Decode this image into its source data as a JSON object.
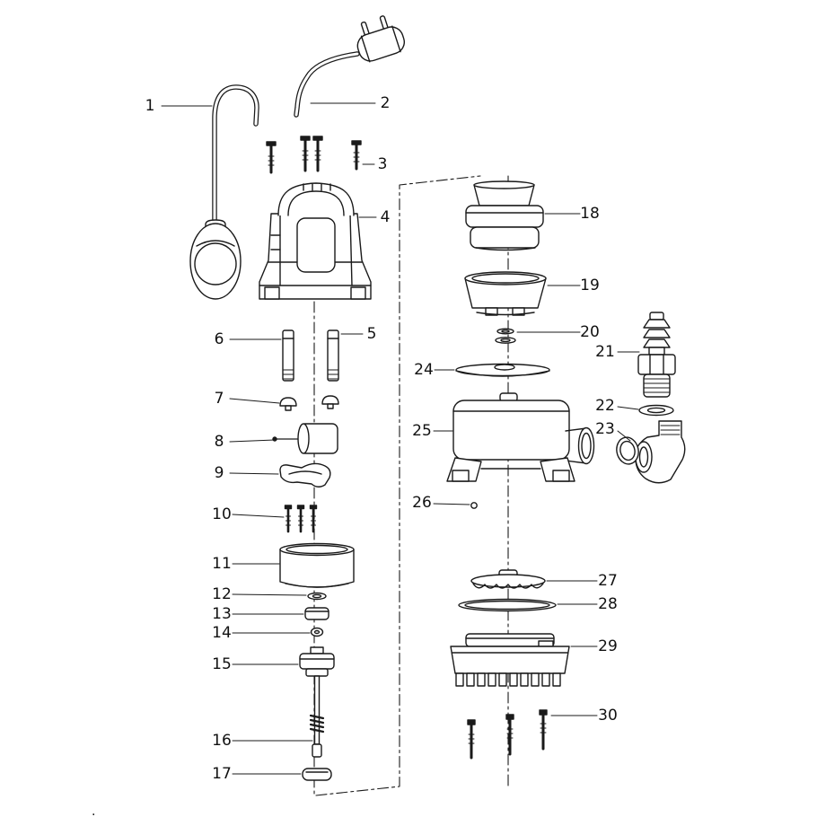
{
  "colors": {
    "line": "#1a1a1a",
    "background": "#ffffff"
  },
  "stray_mark": ".",
  "parts": [
    {
      "num": "1"
    },
    {
      "num": "2"
    },
    {
      "num": "3"
    },
    {
      "num": "4"
    },
    {
      "num": "5"
    },
    {
      "num": "6"
    },
    {
      "num": "7"
    },
    {
      "num": "8"
    },
    {
      "num": "9"
    },
    {
      "num": "10"
    },
    {
      "num": "11"
    },
    {
      "num": "12"
    },
    {
      "num": "13"
    },
    {
      "num": "14"
    },
    {
      "num": "15"
    },
    {
      "num": "16"
    },
    {
      "num": "17"
    },
    {
      "num": "18"
    },
    {
      "num": "19"
    },
    {
      "num": "20"
    },
    {
      "num": "21"
    },
    {
      "num": "22"
    },
    {
      "num": "23"
    },
    {
      "num": "24"
    },
    {
      "num": "25"
    },
    {
      "num": "26"
    },
    {
      "num": "27"
    },
    {
      "num": "28"
    },
    {
      "num": "29"
    },
    {
      "num": "30"
    }
  ]
}
